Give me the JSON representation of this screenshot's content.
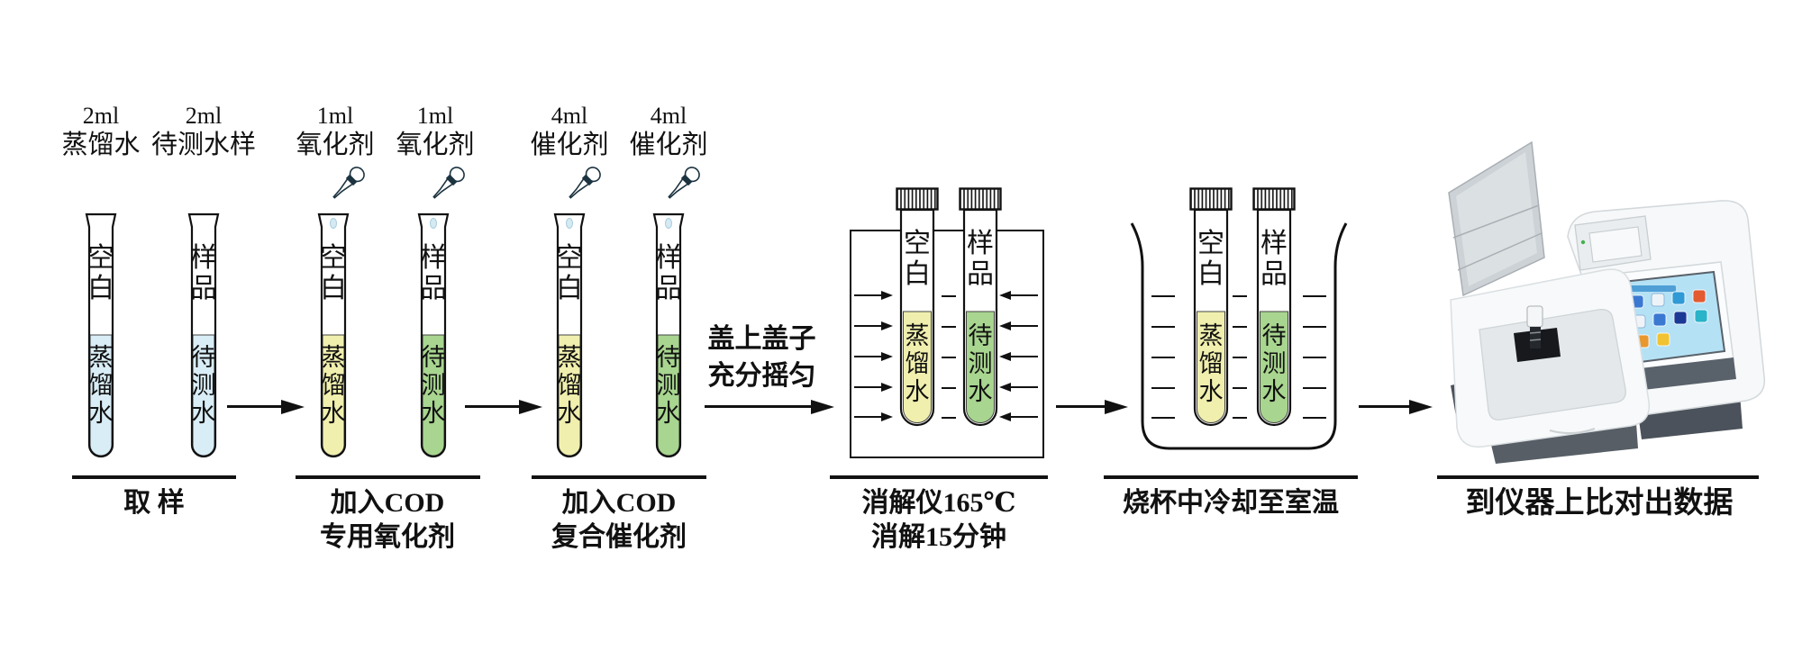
{
  "stages": {
    "s1": {
      "caption": "取 样",
      "tubes": [
        {
          "top1": "2ml",
          "top2": "蒸馏水",
          "name": "空白",
          "liquid": "蒸馏水"
        },
        {
          "top1": "2ml",
          "top2": "待测水样",
          "name": "样品",
          "liquid": "待测水"
        }
      ]
    },
    "s2": {
      "caption1": "加入COD",
      "caption2": "专用氧化剂",
      "tubes": [
        {
          "top1": "1ml",
          "top2": "氧化剂",
          "name": "空白",
          "liquid": "蒸馏水"
        },
        {
          "top1": "1ml",
          "top2": "氧化剂",
          "name": "样品",
          "liquid": "待测水"
        }
      ]
    },
    "s3": {
      "caption1": "加入COD",
      "caption2": "复合催化剂",
      "tubes": [
        {
          "top1": "4ml",
          "top2": "催化剂",
          "name": "空白",
          "liquid": "蒸馏水"
        },
        {
          "top1": "4ml",
          "top2": "催化剂",
          "name": "样品",
          "liquid": "待测水"
        }
      ]
    },
    "s4": {
      "caption1": "消解仪165℃",
      "caption2": "消解15分钟",
      "tubes": [
        {
          "name": "空白",
          "liquid": "蒸馏水"
        },
        {
          "name": "样品",
          "liquid": "待测水"
        }
      ]
    },
    "s5": {
      "caption": "烧杯中冷却至室温",
      "tubes": [
        {
          "name": "空白",
          "liquid": "蒸馏水"
        },
        {
          "name": "样品",
          "liquid": "待测水"
        }
      ]
    },
    "s6": {
      "caption": "到仪器上比对出数据"
    }
  },
  "transition": {
    "line1": "盖上盖子",
    "line2": "充分摇匀"
  },
  "colors": {
    "distilled_water_sample": "#d9edf6",
    "blank_after_reagent": "#f0efae",
    "sample_after_reagent": "#a8d58f",
    "line": "#111111",
    "instrument_screen": "#b5e1f5",
    "instrument_base": "#575e66"
  }
}
